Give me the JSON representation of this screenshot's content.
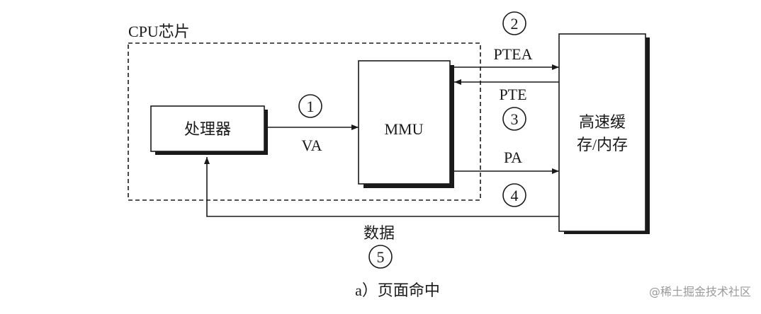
{
  "diagram": {
    "chip_label": "CPU芯片",
    "processor_label": "处理器",
    "mmu_label": "MMU",
    "memory_label_line1": "高速缓",
    "memory_label_line2": "存/内存",
    "steps": {
      "s1": "1",
      "s2": "2",
      "s3": "3",
      "s4": "4",
      "s5": "5"
    },
    "signals": {
      "va": "VA",
      "ptea": "PTEA",
      "pte": "PTE",
      "pa": "PA",
      "data": "数据"
    },
    "caption": "a）页面命中",
    "watermark": "@稀土掘金技术社区"
  }
}
